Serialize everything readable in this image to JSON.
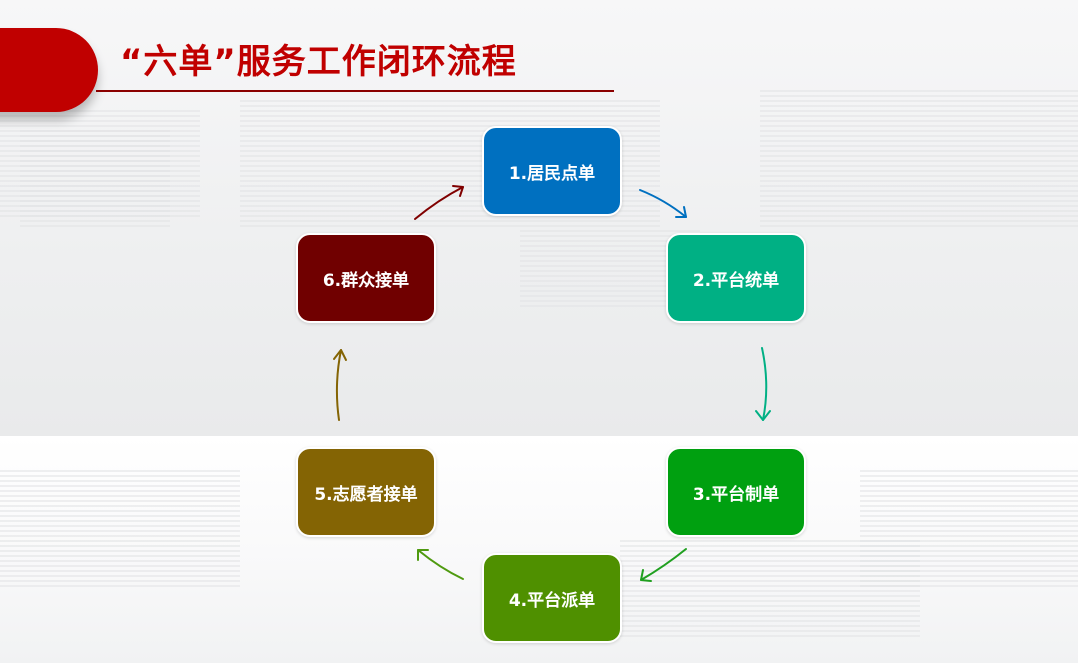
{
  "slide": {
    "title": "“六单”服务工作闭环流程",
    "colors": {
      "title": "#c00000",
      "accent_tab": "#c00000",
      "underline": "#8b0000"
    }
  },
  "flow": {
    "nodes": [
      {
        "id": 1,
        "label": "1.居民点单",
        "color": "#0070c0"
      },
      {
        "id": 2,
        "label": "2.平台统单",
        "color": "#00b084"
      },
      {
        "id": 3,
        "label": "3.平台制单",
        "color": "#00a010"
      },
      {
        "id": 4,
        "label": "4.平台派单",
        "color": "#4f9000"
      },
      {
        "id": 5,
        "label": "5.志愿者接单",
        "color": "#846404"
      },
      {
        "id": 6,
        "label": "6.群众接单",
        "color": "#700000"
      }
    ],
    "arrows": [
      {
        "from": 1,
        "to": 2,
        "color": "#0070c0"
      },
      {
        "from": 2,
        "to": 3,
        "color": "#00b084"
      },
      {
        "from": 3,
        "to": 4,
        "color": "#20a020"
      },
      {
        "from": 4,
        "to": 5,
        "color": "#4f9a10"
      },
      {
        "from": 5,
        "to": 6,
        "color": "#846404"
      },
      {
        "from": 6,
        "to": 1,
        "color": "#800000"
      }
    ]
  }
}
